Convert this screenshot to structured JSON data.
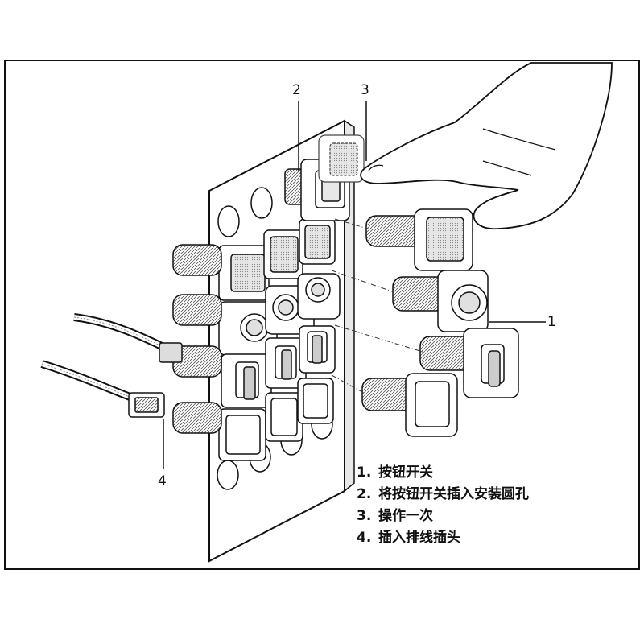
{
  "callouts": {
    "c1": "1",
    "c2": "2",
    "c3": "3",
    "c4": "4"
  },
  "legend": [
    {
      "number": "1.",
      "text": "按钮开关"
    },
    {
      "number": "2.",
      "text": "将按钮开关插入安装圆孔"
    },
    {
      "number": "3.",
      "text": "操作一次"
    },
    {
      "number": "4.",
      "text": "插入排线插头"
    }
  ],
  "colors": {
    "line": "#111111",
    "panel": "#ffffff",
    "shade": "#d9d9d9",
    "dark_shade": "#9a9a9a"
  }
}
